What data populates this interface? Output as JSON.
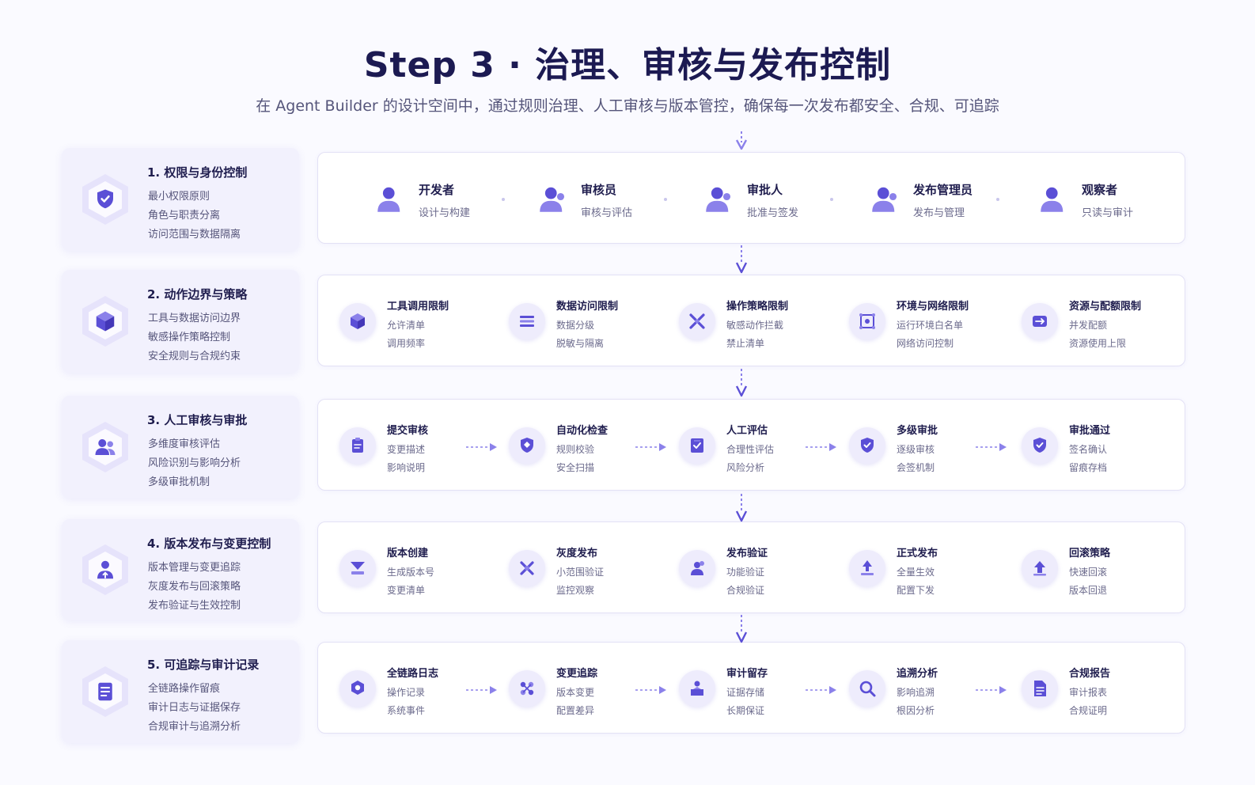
{
  "header": {
    "title": "Step 3 · 治理、审核与发布控制",
    "subtitle": "在 Agent Builder 的设计空间中，通过规则治理、人工审核与版本管控，确保每一次发布都安全、合规、可追踪"
  },
  "sections": [
    {
      "title": "1. 权限与身份控制",
      "lines": [
        "最小权限原则",
        "角色与职责分离",
        "访问范围与数据隔离"
      ],
      "icon": "shield-check-icon"
    },
    {
      "title": "2. 动作边界与策略",
      "lines": [
        "工具与数据访问边界",
        "敏感操作策略控制",
        "安全规则与合规约束"
      ],
      "icon": "cube-icon"
    },
    {
      "title": "3. 人工审核与审批",
      "lines": [
        "多维度审核评估",
        "风险识别与影响分析",
        "多级审批机制"
      ],
      "icon": "users-icon"
    },
    {
      "title": "4. 版本发布与变更控制",
      "lines": [
        "版本管理与变更追踪",
        "灰度发布与回滚策略",
        "发布验证与生效控制"
      ],
      "icon": "user-upload-icon"
    },
    {
      "title": "5. 可追踪与审计记录",
      "lines": [
        "全链路操作留痕",
        "审计日志与证据保存",
        "合规审计与追溯分析"
      ],
      "icon": "document-icon"
    }
  ],
  "roles": [
    {
      "name": "开发者",
      "desc": "设计与构建",
      "icon": "developer-icon"
    },
    {
      "name": "审核员",
      "desc": "审核与评估",
      "icon": "reviewer-icon"
    },
    {
      "name": "审批人",
      "desc": "批准与签发",
      "icon": "approver-icon"
    },
    {
      "name": "发布管理员",
      "desc": "发布与管理",
      "icon": "release-manager-icon"
    },
    {
      "name": "观察者",
      "desc": "只读与审计",
      "icon": "observer-icon"
    }
  ],
  "rows": [
    {
      "items": [
        {
          "title": "工具调用限制",
          "lines": [
            "允许清单",
            "调用频率"
          ],
          "icon": "cube-icon"
        },
        {
          "title": "数据访问限制",
          "lines": [
            "数据分级",
            "脱敏与隔离"
          ],
          "icon": "list-icon"
        },
        {
          "title": "操作策略限制",
          "lines": [
            "敏感动作拦截",
            "禁止清单"
          ],
          "icon": "tools-icon"
        },
        {
          "title": "环境与网络限制",
          "lines": [
            "运行环境白名单",
            "网络访问控制"
          ],
          "icon": "network-icon"
        },
        {
          "title": "资源与配额限制",
          "lines": [
            "并发配额",
            "资源使用上限"
          ],
          "icon": "quota-icon"
        }
      ]
    },
    {
      "items": [
        {
          "title": "提交审核",
          "lines": [
            "变更描述",
            "影响说明"
          ],
          "icon": "clipboard-icon"
        },
        {
          "title": "自动化检查",
          "lines": [
            "规则校验",
            "安全扫描"
          ],
          "icon": "shield-scan-icon"
        },
        {
          "title": "人工评估",
          "lines": [
            "合理性评估",
            "风险分析"
          ],
          "icon": "evaluate-icon"
        },
        {
          "title": "多级审批",
          "lines": [
            "逐级审核",
            "会签机制"
          ],
          "icon": "shield-check-icon"
        },
        {
          "title": "审批通过",
          "lines": [
            "签名确认",
            "留痕存档"
          ],
          "icon": "badge-check-icon"
        }
      ]
    },
    {
      "items": [
        {
          "title": "版本创建",
          "lines": [
            "生成版本号",
            "变更清单"
          ],
          "icon": "version-icon"
        },
        {
          "title": "灰度发布",
          "lines": [
            "小范围验证",
            "监控观察"
          ],
          "icon": "canary-icon"
        },
        {
          "title": "发布验证",
          "lines": [
            "功能验证",
            "合规验证"
          ],
          "icon": "verify-user-icon"
        },
        {
          "title": "正式发布",
          "lines": [
            "全量生效",
            "配置下发"
          ],
          "icon": "deploy-icon"
        },
        {
          "title": "回滚策略",
          "lines": [
            "快速回滚",
            "版本回退"
          ],
          "icon": "upload-icon"
        }
      ]
    },
    {
      "items": [
        {
          "title": "全链路日志",
          "lines": [
            "操作记录",
            "系统事件"
          ],
          "icon": "log-icon"
        },
        {
          "title": "变更追踪",
          "lines": [
            "版本变更",
            "配置差异"
          ],
          "icon": "track-icon"
        },
        {
          "title": "审计留存",
          "lines": [
            "证据存储",
            "长期保证"
          ],
          "icon": "archive-icon"
        },
        {
          "title": "追溯分析",
          "lines": [
            "影响追溯",
            "根因分析"
          ],
          "icon": "search-icon"
        },
        {
          "title": "合规报告",
          "lines": [
            "审计报表",
            "合规证明"
          ],
          "icon": "report-icon"
        }
      ]
    }
  ],
  "colors": {
    "accent": "#5b4fd6",
    "accent_light": "#8b81ea",
    "title": "#1c1a52",
    "muted": "#6b6a8c"
  }
}
